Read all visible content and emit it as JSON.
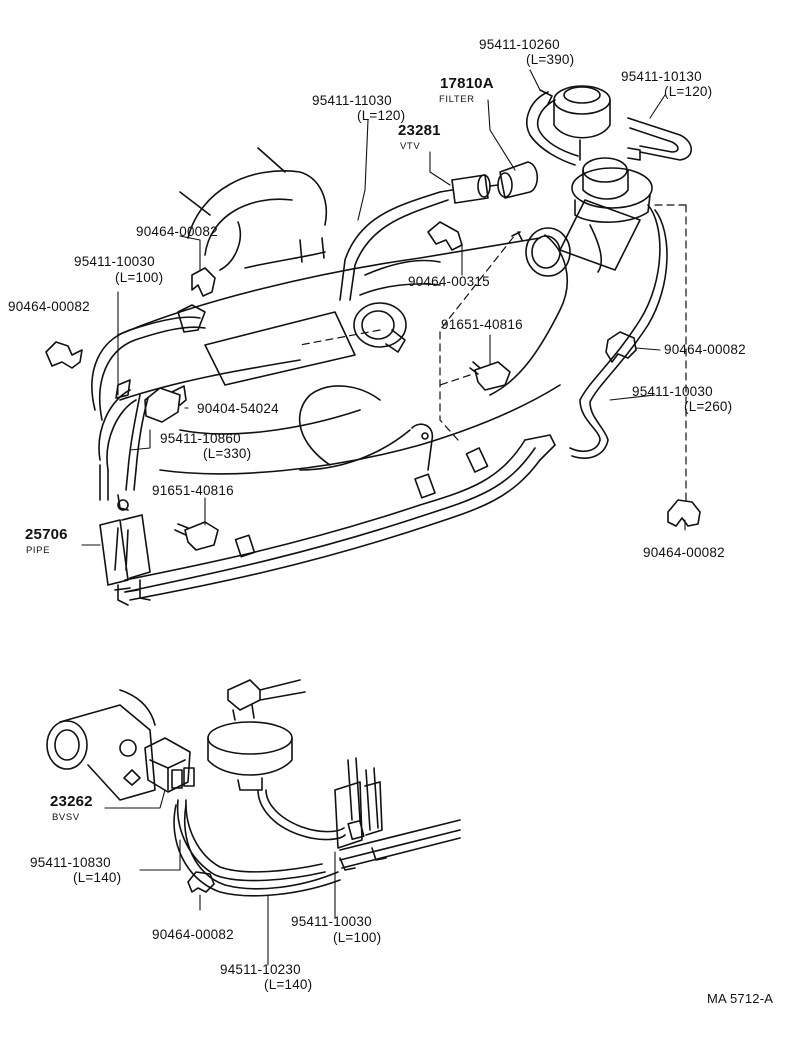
{
  "diagram": {
    "ref_code": "MA 5712-A",
    "parts": {
      "p95411_10260": {
        "num": "95411-10260",
        "len": "(L=390)"
      },
      "p95411_10130": {
        "num": "95411-10130",
        "len": "(L=120)"
      },
      "p17810A": {
        "num": "17810A",
        "name": "FILTER"
      },
      "p95411_11030": {
        "num": "95411-11030",
        "len": "(L=120)"
      },
      "p23281": {
        "num": "23281",
        "name": "VTV"
      },
      "p90464_00082_a": {
        "num": "90464-00082"
      },
      "p95411_10030_a": {
        "num": "95411-10030",
        "len": "(L=100)"
      },
      "p90464_00082_b": {
        "num": "90464-00082"
      },
      "p90464_00315": {
        "num": "90464-00315"
      },
      "p91651_40816_a": {
        "num": "91651-40816"
      },
      "p90464_00082_c": {
        "num": "90464-00082"
      },
      "p95411_10030_b": {
        "num": "95411-10030",
        "len": "(L=260)"
      },
      "p90404_54024": {
        "num": "90404-54024"
      },
      "p95411_10860": {
        "num": "95411-10860",
        "len": "(L=330)"
      },
      "p91651_40816_b": {
        "num": "91651-40816"
      },
      "p25706": {
        "num": "25706",
        "name": "PIPE"
      },
      "p90464_00082_d": {
        "num": "90464-00082"
      },
      "p23262": {
        "num": "23262",
        "name": "BVSV"
      },
      "p95411_10830": {
        "num": "95411-10830",
        "len": "(L=140)"
      },
      "p90464_00082_e": {
        "num": "90464-00082"
      },
      "p95411_10030_c": {
        "num": "95411-10030",
        "len": "(L=100)"
      },
      "p94511_10230": {
        "num": "94511-10230",
        "len": "(L=140)"
      }
    }
  }
}
